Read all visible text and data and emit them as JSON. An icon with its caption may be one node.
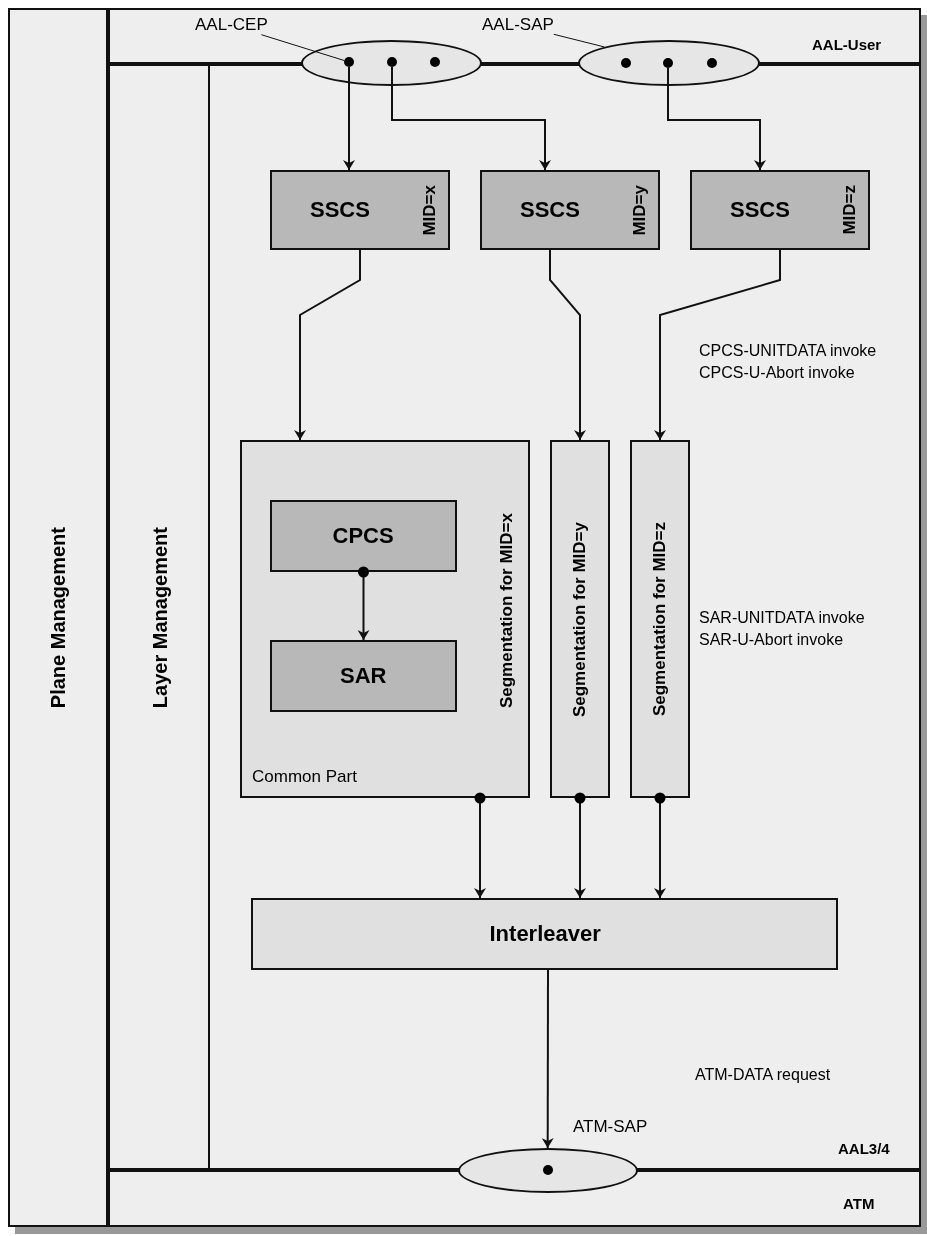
{
  "diagram": {
    "nodes": [
      {
        "text": [
          "Plane Management"
        ]
      },
      {
        "text": [
          "AAL-User"
        ]
      },
      {
        "text": [
          "AAL3/4"
        ]
      },
      {
        "text": [
          "Layer Management"
        ],
        "in": 2
      },
      {
        "text": [
          "ATM"
        ]
      },
      {
        "text": [
          "AAL-CEP"
        ],
        "in": 1
      },
      {
        "text": [],
        "shape": "ellipse"
      },
      {
        "text": [],
        "shape": "circle",
        "in": 6
      },
      {
        "text": [],
        "shape": "circle",
        "in": 6
      },
      {
        "text": [],
        "shape": "circle",
        "in": 6
      },
      {
        "text": [
          "AAL-SAP"
        ],
        "in": 1
      },
      {
        "text": [],
        "shape": "ellipse"
      },
      {
        "text": [],
        "shape": "circle",
        "in": 11
      },
      {
        "text": [],
        "shape": "circle",
        "in": 11
      },
      {
        "text": [],
        "shape": "circle",
        "in": 11
      },
      {
        "text": [
          "SSCS",
          "MID=z"
        ],
        "in": 2
      },
      {
        "text": [
          "SSCS",
          "MID=y"
        ],
        "in": 2
      },
      {
        "text": [
          "SSCS",
          "MID=x"
        ],
        "in": 2
      },
      {
        "text": [
          "Segmentation for MID=z"
        ],
        "in": 2
      },
      {
        "text": [
          "Segmentation for MID=y"
        ],
        "in": 2
      },
      {
        "text": [
          "Segmentation for MID=x",
          "Common Part"
        ],
        "in": 2
      },
      {
        "text": [
          "CPCS"
        ],
        "in": 20
      },
      {
        "text": [
          "SAR"
        ],
        "in": 20
      },
      {
        "text": [
          "Interleaver"
        ],
        "in": 2
      },
      {
        "text": [],
        "shape": "ellipse",
        "beside": [
          "ATM-SAP"
        ]
      },
      {
        "text": [],
        "shape": "circle",
        "in": 24
      }
    ],
    "edges": [
      {
        "from": 5,
        "to": 7,
        "arrow": "none"
      },
      {
        "from": 10,
        "to": 11,
        "arrow": "none"
      },
      {
        "from": 7,
        "to": 17,
        "arrow": "to"
      },
      {
        "from": 8,
        "to": 16,
        "arrow": "to"
      },
      {
        "from": 13,
        "to": 15,
        "arrow": "to"
      },
      {
        "from": 17,
        "to": 20,
        "arrow": "to"
      },
      {
        "from": 16,
        "to": 19,
        "arrow": "to"
      },
      {
        "from": 15,
        "to": 18,
        "arrow": "to"
      },
      {
        "from": 21,
        "to": 22,
        "arrow": "to"
      },
      {
        "from": 20,
        "to": 23,
        "arrow": "to"
      },
      {
        "from": 19,
        "to": 23,
        "arrow": "to"
      },
      {
        "from": 18,
        "to": 23,
        "arrow": "to"
      },
      {
        "from": 23,
        "to": 24,
        "arrow": "to"
      }
    ],
    "labels": [
      "CPCS-UNITDATA invoke",
      "CPCS-U-Abort invoke",
      "SAR-UNITDATA invoke",
      "SAR-U-Abort invoke",
      "ATM-DATA request"
    ]
  }
}
